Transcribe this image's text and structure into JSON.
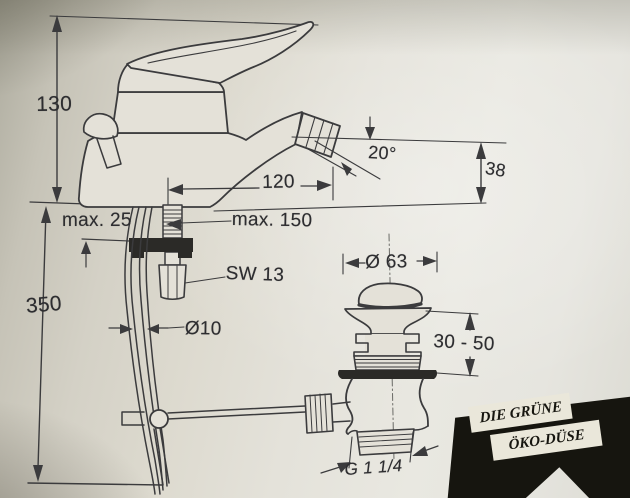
{
  "figure": {
    "labels": {
      "overall_height": "130",
      "spout_angle": "20°",
      "spout_reach": "120",
      "outlet_height": "38",
      "deck_thickness_max": "max. 25",
      "connection_max": "max. 150",
      "wrench_size": "SW 13",
      "pipe_diameter": "Ø10",
      "rod_length": "350",
      "waste_cap_diameter": "Ø 63",
      "waste_height_range": "30 - 50",
      "waste_thread": "G 1 1/4"
    },
    "badge": {
      "line1": "DIE GRÜNE",
      "line2": "ÖKO-DÜSE"
    },
    "colors": {
      "ink": "#3a3a3c",
      "paper": "#d6d3c9",
      "deck_black": "#2b2a27",
      "badge_bg": "#16150f",
      "badge_box": "#eae7da"
    }
  }
}
